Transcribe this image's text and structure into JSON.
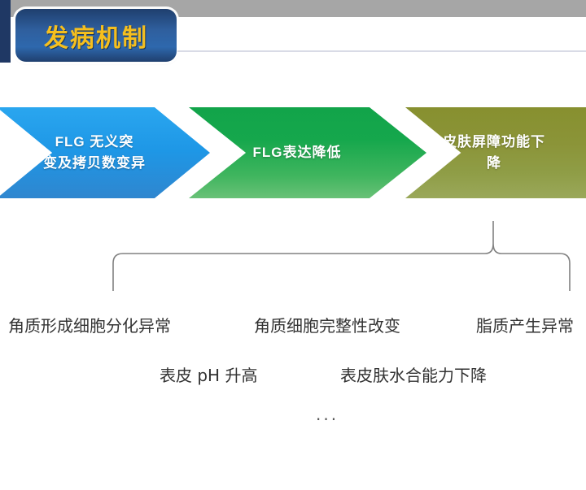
{
  "slide": {
    "title": "发病机制",
    "title_accent_color": "#f5bf1e",
    "title_badge_color": "#2f5f9e",
    "top_band_color": "#a6a6a6",
    "left_bar_color": "#1f3864"
  },
  "flow": {
    "steps": [
      {
        "label": "FLG 无义突\n变及拷贝数变异",
        "label_line1": "FLG 无义突",
        "label_line2": "变及拷贝数变异",
        "color": "#1e97e6",
        "name": "flg-mutation"
      },
      {
        "label": "FLG表达降低",
        "label_line1": "FLG表达降低",
        "label_line2": "",
        "color": "#15a74c",
        "name": "flg-expression-decrease"
      },
      {
        "label": "皮肤屏障功能下\n降",
        "label_line1": "皮肤屏障功能下",
        "label_line2": "降",
        "color": "#8b9438",
        "name": "skin-barrier-dysfunction"
      }
    ]
  },
  "outcomes": {
    "brace_color": "#808080",
    "row1": [
      "角质形成细胞分化异常",
      "角质细胞完整性改变",
      "脂质产生异常"
    ],
    "row2": [
      "表皮 pH 升高",
      "表皮肤水合能力下降"
    ],
    "more": "···"
  }
}
